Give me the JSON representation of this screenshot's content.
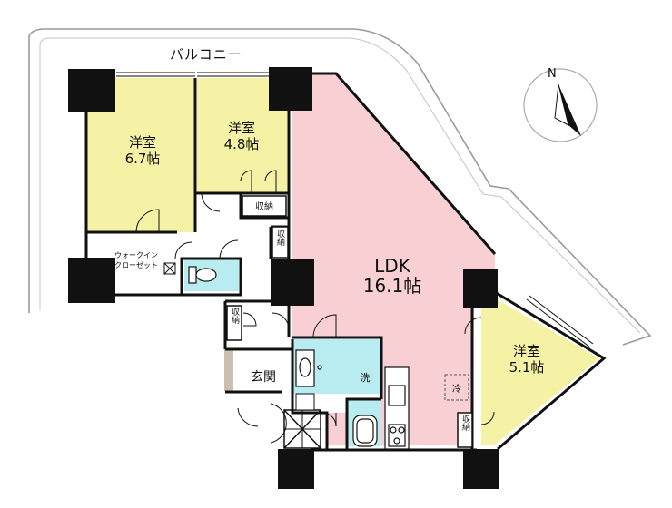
{
  "balcony_label": "バルコニー",
  "compass_label": "N",
  "rooms": {
    "western1": {
      "name": "洋室",
      "size": "6.7帖"
    },
    "western2": {
      "name": "洋室",
      "size": "4.8帖"
    },
    "western3": {
      "name": "洋室",
      "size": "5.1帖"
    },
    "ldk": {
      "name": "LDK",
      "size": "16.1帖"
    },
    "entrance": "玄関",
    "wash": "洗",
    "fridge": "冷",
    "walkin_line1": "ウォークイン",
    "walkin_line2": "クローゼット"
  },
  "storage_label": "収納",
  "colors": {
    "western": "#f6f2a5",
    "ldk": "#f8d0d3",
    "water": "#b9ecf0",
    "entrance_floor": "#cbbfae",
    "pillar": "#111111",
    "balcony_line": "#9a9a9a"
  }
}
